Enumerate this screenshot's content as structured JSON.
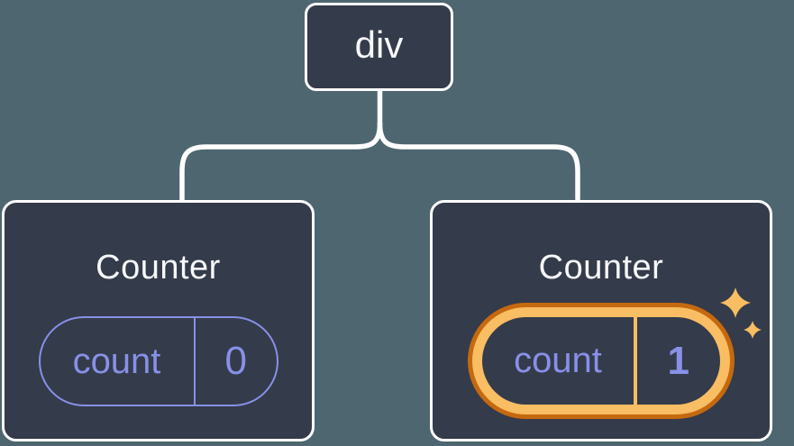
{
  "diagram": {
    "type": "component-tree",
    "colors": {
      "background": "#4e6670",
      "node_fill": "#343b4a",
      "node_border": "#ffffff",
      "connector": "#ffffff",
      "state_accent": "#8890e8",
      "highlight_ring_outer": "#c5690f",
      "highlight_ring_inner": "#f9bd63",
      "title_text": "#f7f8fa"
    },
    "tree": {
      "root": {
        "label": "div"
      },
      "children": [
        {
          "title": "Counter",
          "state": {
            "key": "count",
            "value": "0"
          },
          "highlighted": false
        },
        {
          "title": "Counter",
          "state": {
            "key": "count",
            "value": "1"
          },
          "highlighted": true,
          "icon": "sparkles-icon"
        }
      ]
    }
  }
}
